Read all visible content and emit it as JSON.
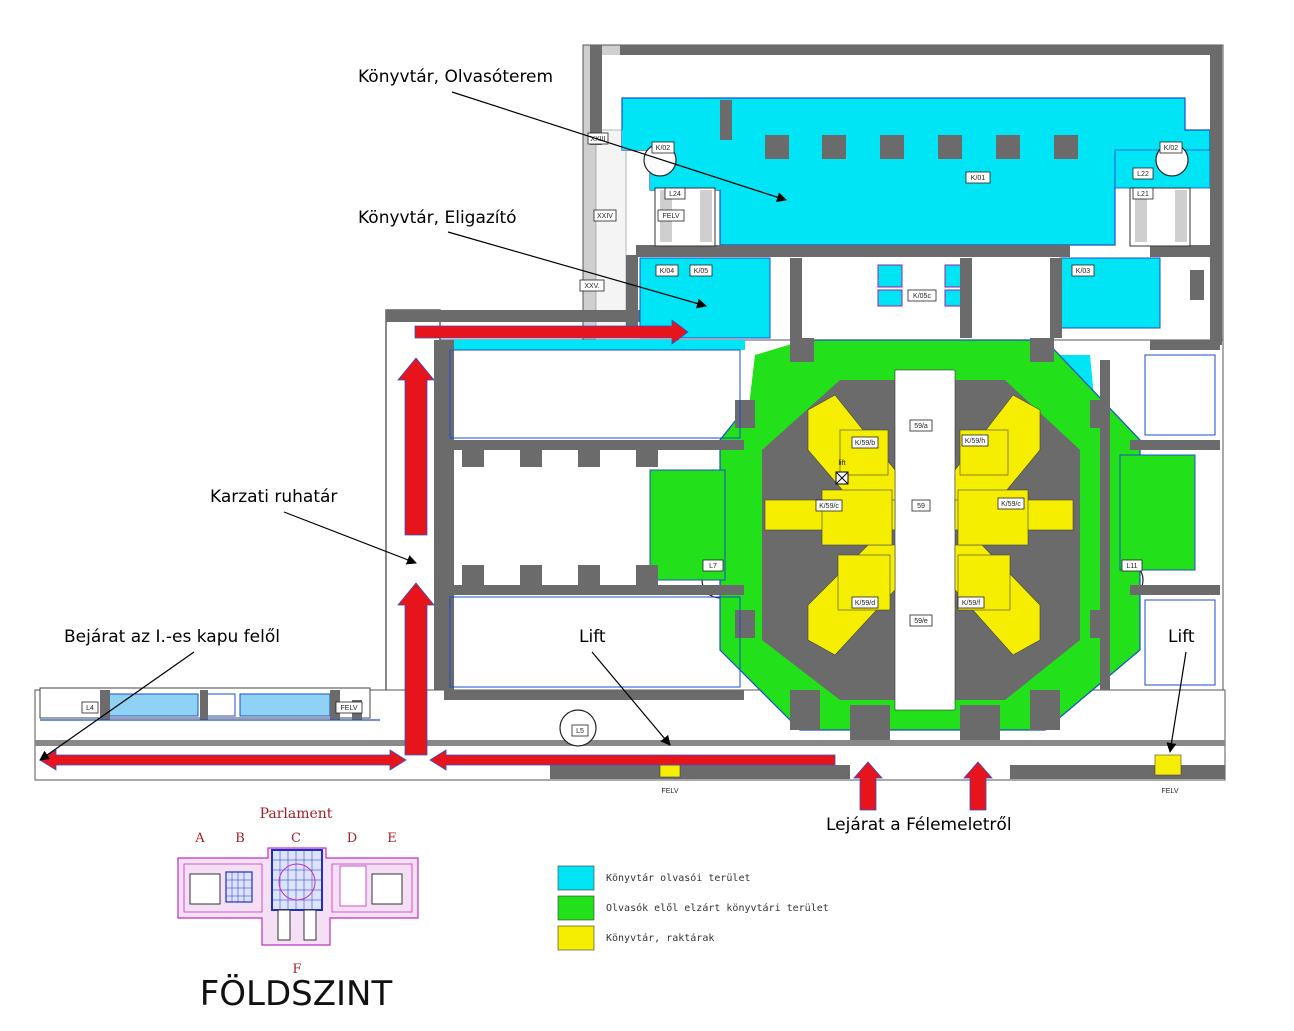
{
  "labels": {
    "olvasoterem": "Könyvtár, Olvasóterem",
    "eligazito": "Könyvtár, Eligazító",
    "ruhatar": "Karzati ruhatár",
    "bejarat": "Bejárat az I.-es kapu felől",
    "lift_center": "Lift",
    "lift_right": "Lift",
    "lejarat": "Lejárat a Félemeletről",
    "lift_small": "lift",
    "felv": "FELV"
  },
  "rooms": {
    "k01": "K/01",
    "k02": "K/02",
    "k03": "K/03",
    "k04": "K/04",
    "k05": "K/05",
    "k05c": "K/05c",
    "l22": "L22",
    "l21": "L21",
    "l24": "L24",
    "l7": "L7",
    "l11": "L11",
    "l4": "L4",
    "l5": "L5",
    "xxiii": "XXIII",
    "xxiv": "XXIV",
    "xxv": "XXV.",
    "r59": "59",
    "r59a": "59/a",
    "r59e": "59/e",
    "k59b": "K/59/b",
    "k59c": "K/59/c",
    "k59d": "K/59/d",
    "k59e": "K/59/e",
    "k59f": "K/59/f",
    "k59h": "K/59/h"
  },
  "inset": {
    "title": "Parlament",
    "letters": [
      "A",
      "B",
      "C",
      "D",
      "E"
    ],
    "bottom_letter": "F",
    "level": "FÖLDSZINT"
  },
  "legend": [
    {
      "color": "#00e5f5",
      "label": "Könyvtár olvasói terület"
    },
    {
      "color": "#22e01a",
      "label": "Olvasók elől elzárt könyvtári terület"
    },
    {
      "color": "#f5ee00",
      "label": "Könyvtár, raktárak"
    }
  ],
  "colors": {
    "reading": "#00e5f5",
    "closed": "#22e01a",
    "storage": "#f5ee00",
    "wall": "#6b6b6b",
    "arrow": "#e8141c"
  }
}
